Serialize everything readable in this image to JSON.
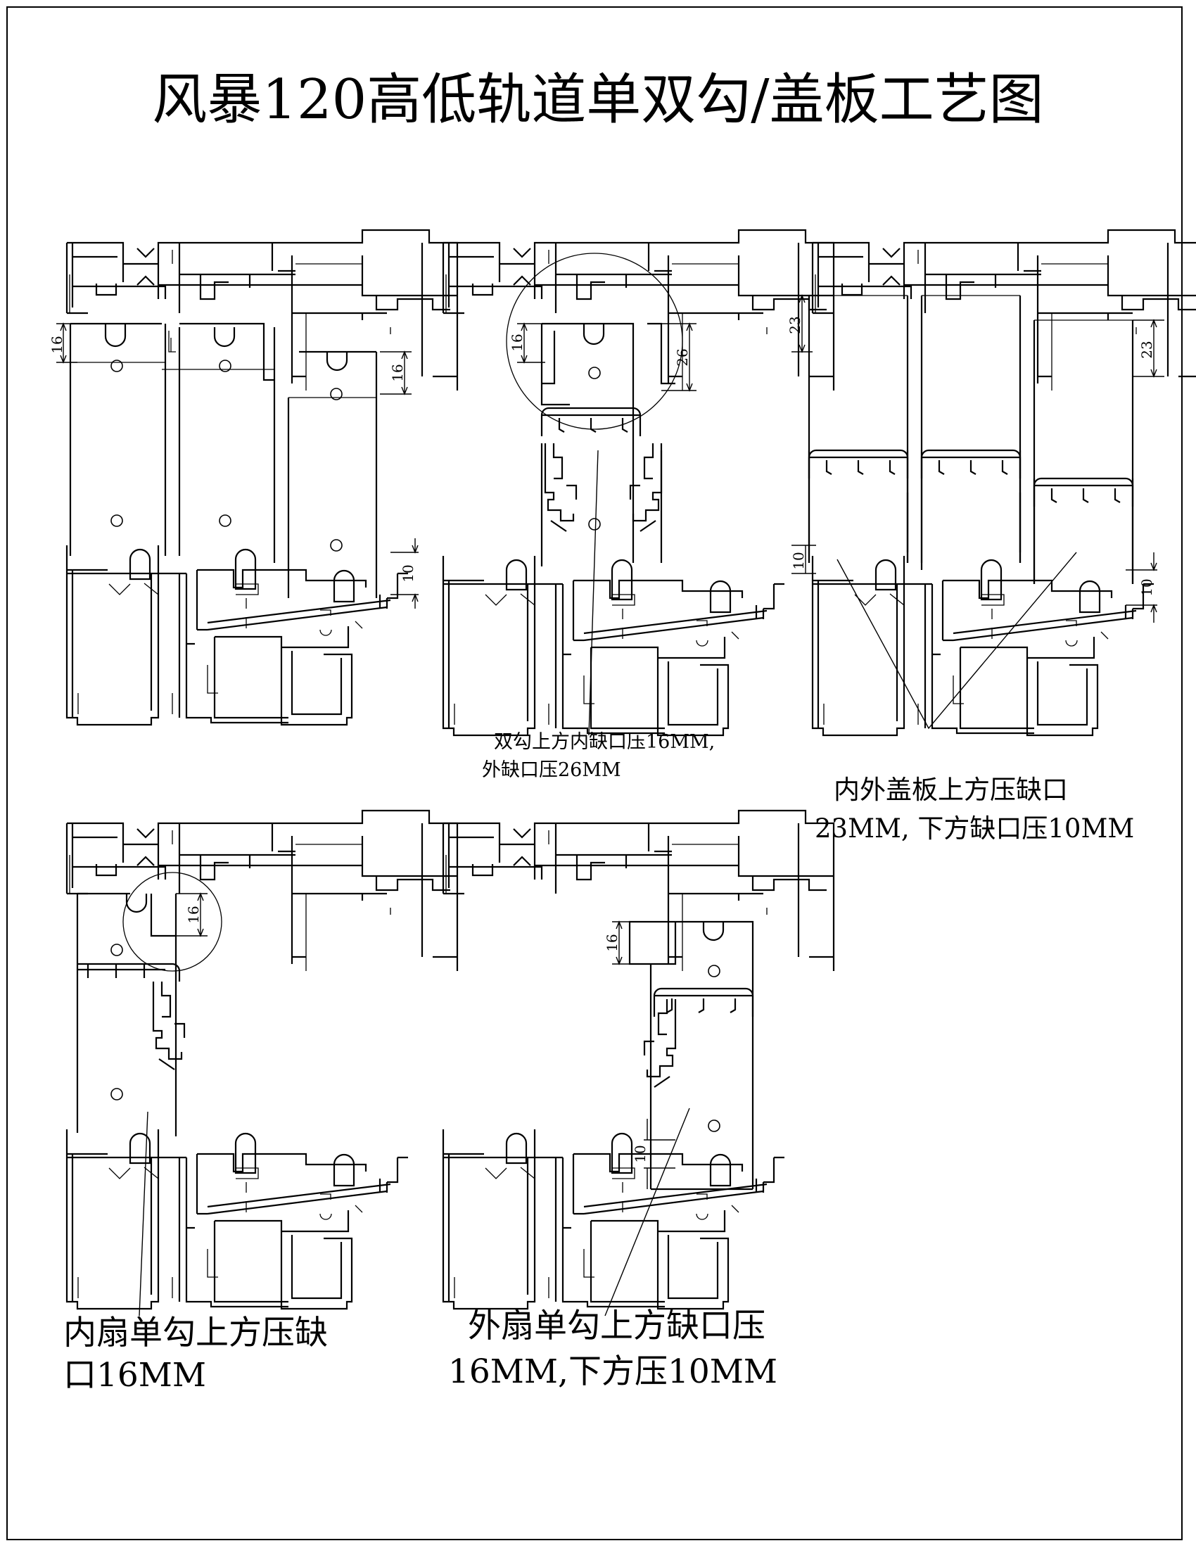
{
  "title": "风暴120高低轨道单双勾/盖板工艺图",
  "notes": {
    "double_hook": [
      "双勾上方内缺口压16MM,",
      "外缺口压26MM"
    ],
    "cover_plate": [
      "内外盖板上方压缺口",
      "23MM, 下方缺口压10MM"
    ],
    "inner_single_hook": [
      "内扇单勾上方压缺",
      "口16MM"
    ],
    "outer_single_hook": [
      "外扇单勾上方缺口压",
      "16MM,下方压10MM"
    ]
  },
  "dimensions": {
    "d1_left": "16",
    "d1_right": "16",
    "d1_bottom": "10",
    "d2_inner": "16",
    "d2_outer": "26",
    "d3_left_top": "23",
    "d3_right_top": "23",
    "d3_left_bottom": "10",
    "d3_right_bottom": "10",
    "d4_top": "16",
    "d5_top": "16",
    "d5_bottom": "10"
  }
}
